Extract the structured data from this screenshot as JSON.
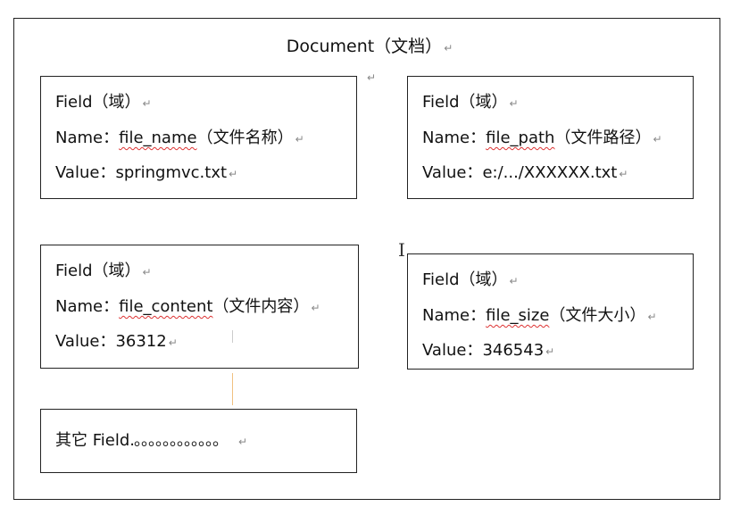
{
  "document": {
    "title": "Document（文档）"
  },
  "fields": [
    {
      "heading": "Field（域）",
      "name_label": "Name：",
      "name_value": "file_name",
      "name_note": "（文件名称）",
      "value_label": "Value：",
      "value_value": "springmvc.txt"
    },
    {
      "heading": "Field（域）",
      "name_label": "Name：",
      "name_value": "file_path",
      "name_note": "（文件路径）",
      "value_label": "Value：",
      "value_value": "e:/.../XXXXXX.txt"
    },
    {
      "heading": "Field（域）",
      "name_label": "Name：",
      "name_value": "file_content",
      "name_note": "（文件内容）",
      "value_label": "Value：",
      "value_value": "36312"
    },
    {
      "heading": "Field（域）",
      "name_label": "Name：",
      "name_value": "file_size",
      "name_note": "（文件大小）",
      "value_label": "Value：",
      "value_value": "346543"
    }
  ],
  "other": {
    "label": "其它 Field",
    "dots": ".。。。。。。。。。。。。"
  },
  "return_mark": "↵",
  "cursor_glyph": "I",
  "colors": {
    "border": "#222222",
    "spellcheck": "#dd3333"
  }
}
